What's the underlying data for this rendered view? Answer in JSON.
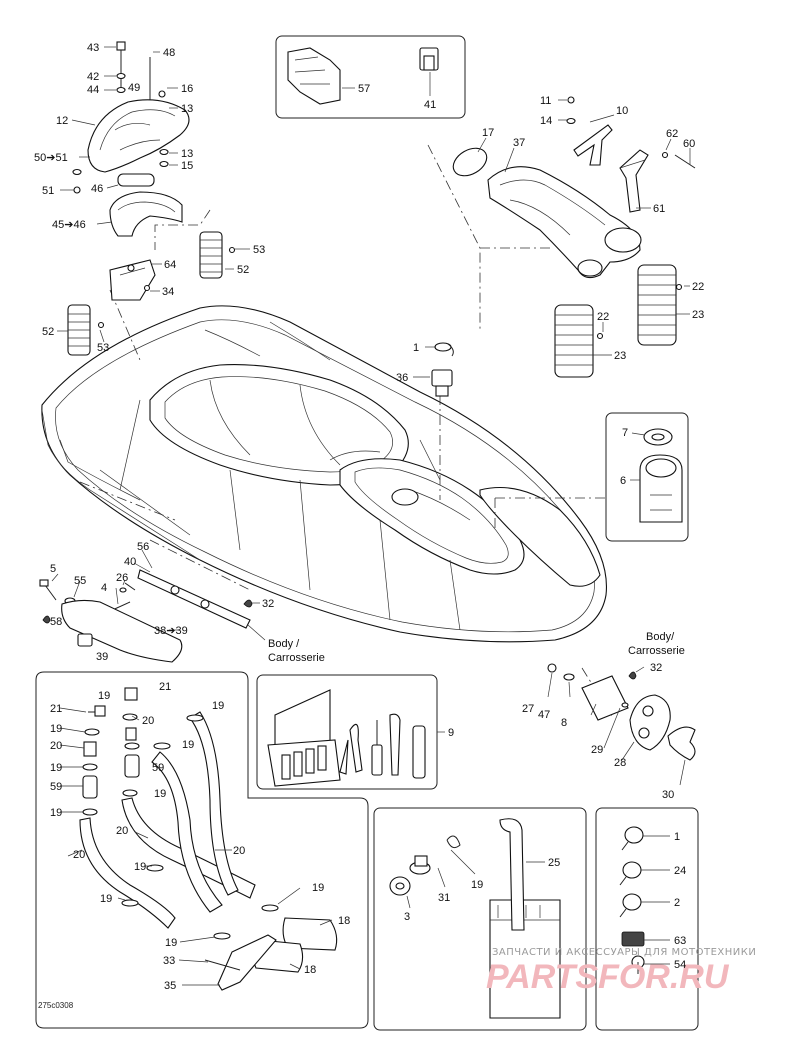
{
  "callouts": {
    "c43": "43",
    "c48": "48",
    "c42": "42",
    "c44": "44",
    "c49": "49",
    "c16": "16",
    "c13a": "13",
    "c12": "12",
    "c50_51": "50➔51",
    "c13b": "13",
    "c15": "15",
    "c51": "51",
    "c46": "46",
    "c45_46": "45➔46",
    "c53a": "53",
    "c52a": "52",
    "c64": "64",
    "c34": "34",
    "c52b": "52",
    "c53b": "53",
    "c57": "57",
    "c41": "41",
    "c11": "11",
    "c10": "10",
    "c14": "14",
    "c17": "17",
    "c37": "37",
    "c62": "62",
    "c60": "60",
    "c61": "61",
    "c22a": "22",
    "c23a": "23",
    "c22b": "22",
    "c23b": "23",
    "c1": "1",
    "c36": "36",
    "c7": "7",
    "c6": "6",
    "c5": "5",
    "c55": "55",
    "c58": "58",
    "c56": "56",
    "c40": "40",
    "c26": "26",
    "c4": "4",
    "c32a": "32",
    "c38_39": "38➔39",
    "c39": "39",
    "c32b": "32",
    "c27": "27",
    "c47": "47",
    "c8": "8",
    "c29": "29",
    "c28": "28",
    "c30": "30",
    "c21a": "21",
    "c19a": "19",
    "c21b": "21",
    "c19b": "19",
    "c20a": "20",
    "c19c": "19",
    "c20b": "20",
    "c19d": "19",
    "c59a": "59",
    "c19e": "19",
    "c59b": "59",
    "c19f": "19",
    "c20c": "20",
    "c19g": "19",
    "c20d": "20",
    "c20e": "20",
    "c19h": "19",
    "c19i": "19",
    "c19j": "19",
    "c18a": "18",
    "c19k": "19",
    "c33": "33",
    "c18b": "18",
    "c35": "35",
    "c9": "9",
    "c25": "25",
    "c31": "31",
    "c19l": "19",
    "c3": "3",
    "r1": "1",
    "r24": "24",
    "r2": "2",
    "r63": "63",
    "r54": "54"
  },
  "body_label_1": {
    "line1": "Body /",
    "line2": "Carrosserie"
  },
  "body_label_2": {
    "line1": "Body/",
    "line2": "Carrosserie"
  },
  "drawing_code": "275c0308",
  "watermark": {
    "line1": "ЗАПЧАСТИ И АКСЕССУАРЫ ДЛЯ МОТОТЕХНИКИ",
    "line2": "PARTSFOR.RU"
  },
  "colors": {
    "ink": "#111111",
    "watermark_text": "#9a9a9a",
    "watermark_logo": "#f2b7bc"
  }
}
